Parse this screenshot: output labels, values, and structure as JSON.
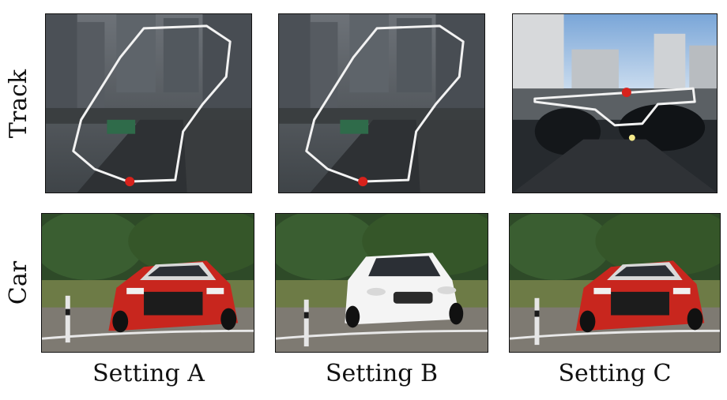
{
  "row_labels": {
    "track": "Track",
    "car": "Car"
  },
  "column_labels": {
    "a": "Setting A",
    "b": "Setting B",
    "c": "Setting C"
  },
  "panels": {
    "track_a": "city track overview with route outline",
    "track_b": "city track overview with route outline",
    "track_c": "tunnel track view with route outline",
    "car_a": "race car",
    "car_b": "white hatchback",
    "car_c": "race car"
  },
  "colors": {
    "route": "#f2f2f2",
    "marker": "#d8221c",
    "race_car_red": "#c8261e",
    "hatchback_white": "#f4f4f4"
  }
}
